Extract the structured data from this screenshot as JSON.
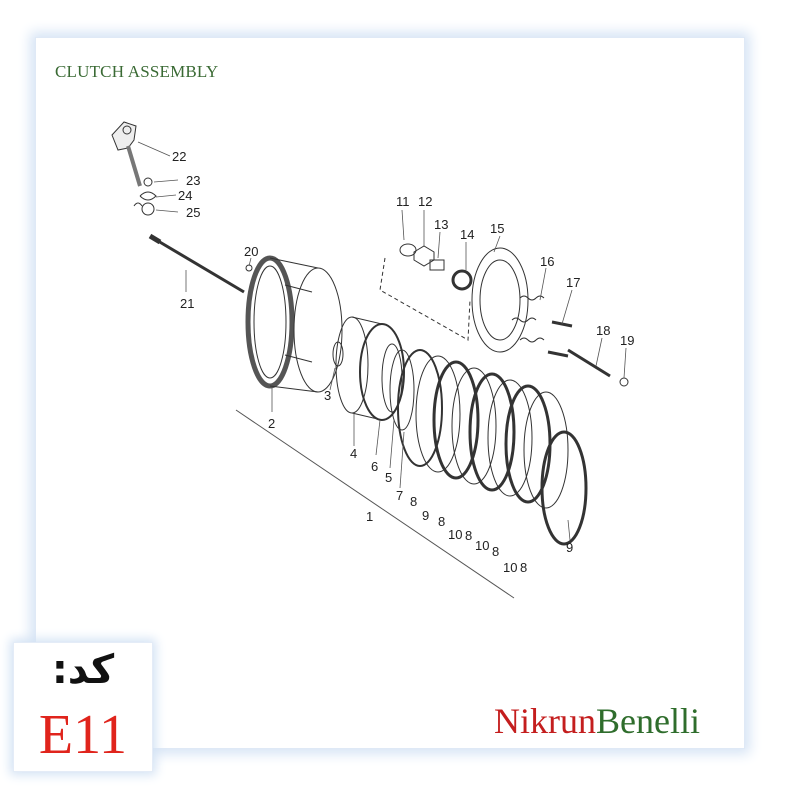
{
  "title": "CLUTCH ASSEMBLY",
  "code": {
    "label": "کد:",
    "value": "E11"
  },
  "brand": {
    "part1": "Nikrun",
    "part2": "Benelli"
  },
  "callouts": [
    "1",
    "2",
    "3",
    "4",
    "5",
    "6",
    "7",
    "8",
    "9",
    "10",
    "11",
    "12",
    "13",
    "14",
    "15",
    "16",
    "17",
    "18",
    "19",
    "20",
    "21",
    "22",
    "23",
    "24",
    "25"
  ],
  "repeat_callouts": [
    "8",
    "9",
    "8",
    "10",
    "8",
    "10",
    "8",
    "10",
    "8",
    "9"
  ],
  "colors": {
    "title": "#3a6a34",
    "code": "#e0241c",
    "brand_red": "#c41e1e",
    "brand_green": "#2f6d2c"
  }
}
